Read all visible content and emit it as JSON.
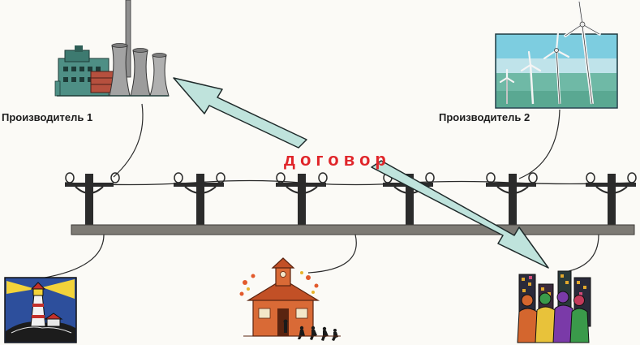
{
  "labels": {
    "producer_1": "Производитель 1",
    "producer_2": "Производитель 2",
    "contract": "договор"
  },
  "icons": {
    "producer_1": "power-plant-icon",
    "producer_2": "wind-turbines-icon",
    "consumer_left": "lighthouse-icon",
    "consumer_center": "school-icon",
    "consumer_right": "city-people-icon"
  },
  "colors": {
    "contract_text": "#e0252a",
    "arrow_fill": "#bfe3dc",
    "arrow_stroke": "#1f2a2a",
    "power_line": "#2a2a2a",
    "ground_bar": "#7d7a74"
  }
}
